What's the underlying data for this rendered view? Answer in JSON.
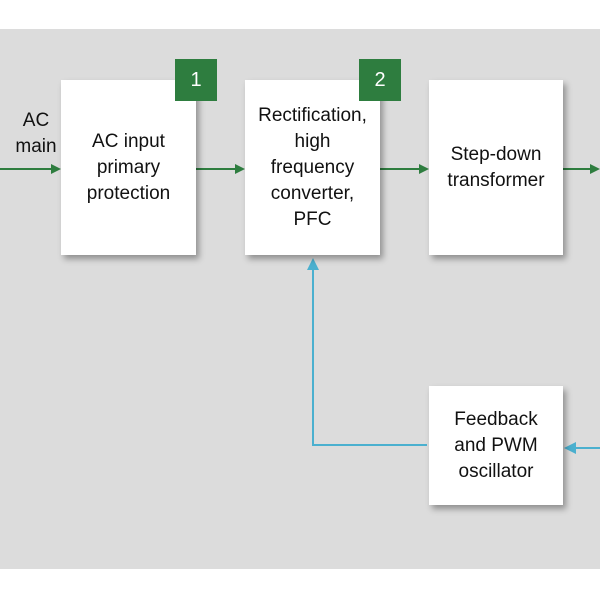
{
  "diagram": {
    "input_label": {
      "line1": "AC",
      "line2": "main"
    },
    "blocks": [
      {
        "id": "ac-input",
        "lines": [
          "AC input",
          "primary",
          "protection"
        ],
        "badge": "1"
      },
      {
        "id": "rectification",
        "lines": [
          "Rectification,",
          "high",
          "frequency",
          "converter,",
          "PFC"
        ],
        "badge": "2"
      },
      {
        "id": "step-down",
        "lines": [
          "Step-down",
          "transformer"
        ]
      },
      {
        "id": "feedback",
        "lines": [
          "Feedback",
          "and PWM",
          "oscillator"
        ]
      }
    ]
  },
  "colors": {
    "panel": "#dcdcdc",
    "forward_arrow": "#2e7d3f",
    "feedback_arrow": "#4bb0cf",
    "badge": "#2e7d3f"
  }
}
